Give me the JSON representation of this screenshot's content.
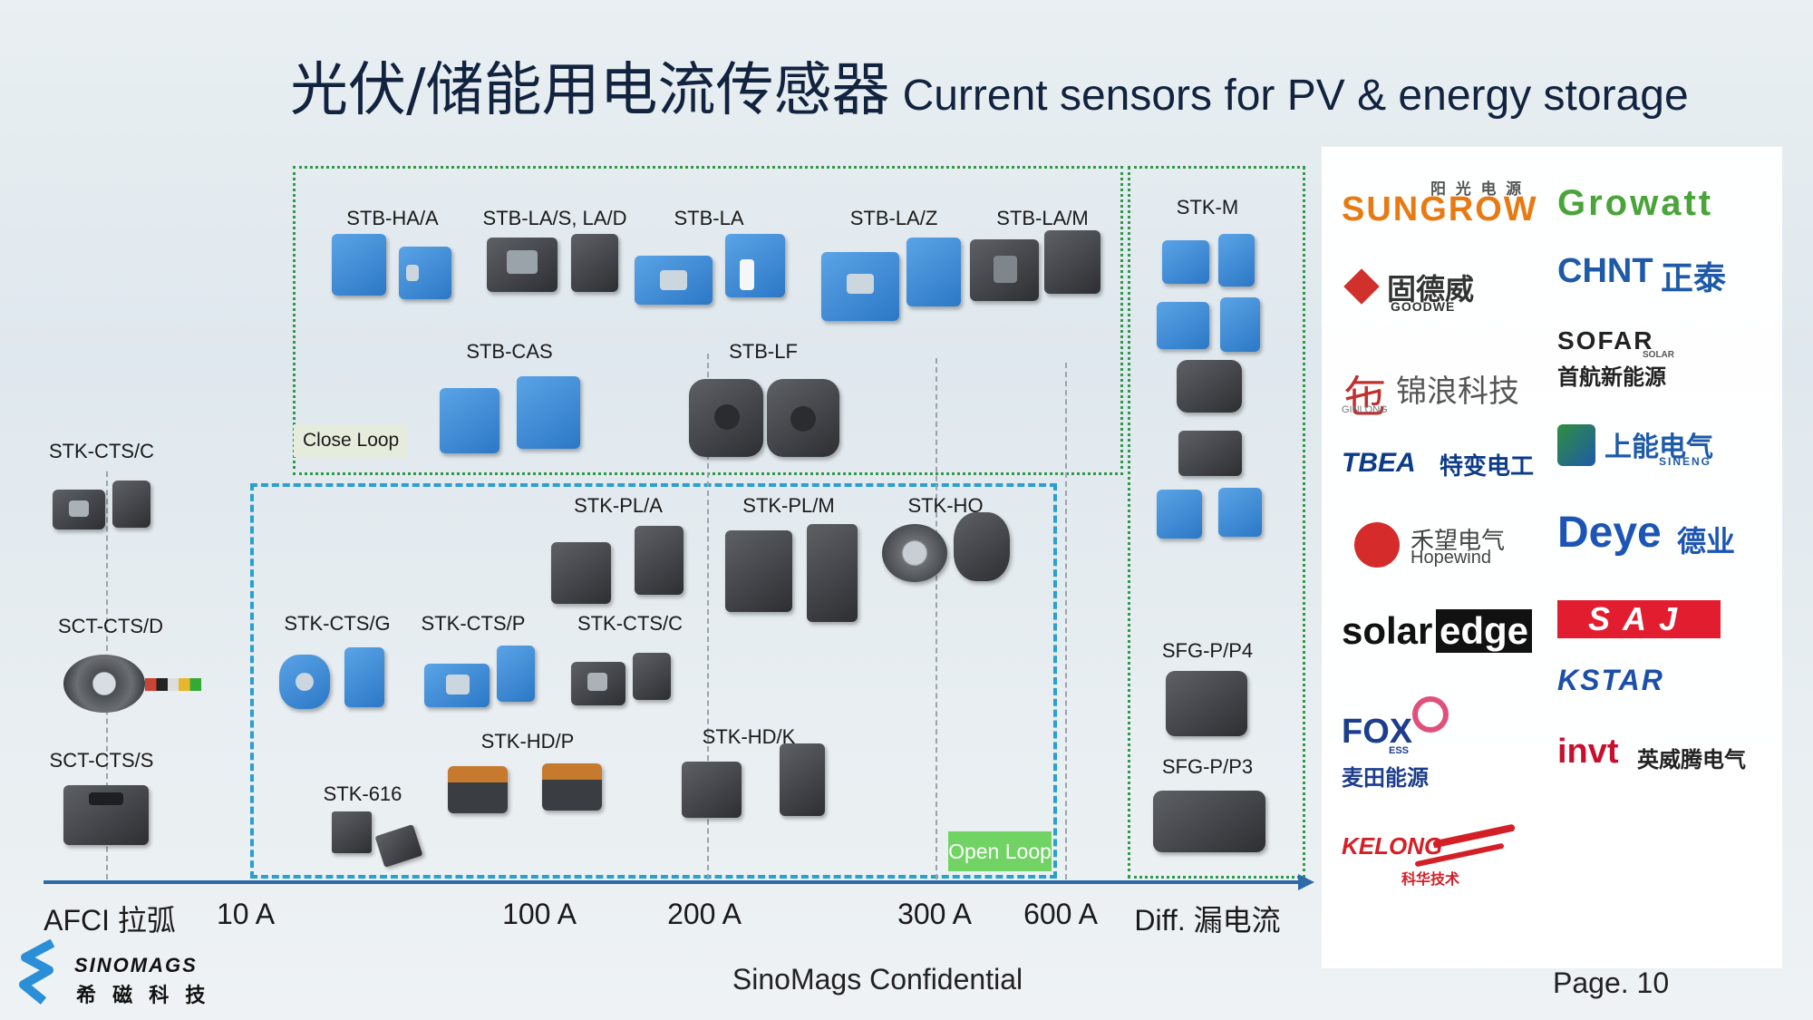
{
  "title": {
    "chinese": "光伏/储能用电流传感器",
    "english": "Current sensors for PV & energy storage"
  },
  "groups": {
    "close_loop": "Close Loop",
    "open_loop": "Open Loop"
  },
  "products": {
    "stb_ha_a": "STB-HA/A",
    "stb_la_s": "STB-LA/S, LA/D",
    "stb_la": "STB-LA",
    "stb_la_z": "STB-LA/Z",
    "stb_la_m": "STB-LA/M",
    "stb_cas": "STB-CAS",
    "stb_lf": "STB-LF",
    "stk_m": "STK-M",
    "stk_cts_c_left": "STK-CTS/C",
    "sct_cts_d": "SCT-CTS/D",
    "sct_cts_s": "SCT-CTS/S",
    "stk_pl_a": "STK-PL/A",
    "stk_pl_m": "STK-PL/M",
    "stk_ho": "STK-HO",
    "stk_cts_g": "STK-CTS/G",
    "stk_cts_p": "STK-CTS/P",
    "stk_cts_c": "STK-CTS/C",
    "stk_hd_p": "STK-HD/P",
    "stk_hd_k": "STK-HD/K",
    "stk_616": "STK-616",
    "sfg_p_p4": "SFG-P/P4",
    "sfg_p_p3": "SFG-P/P3"
  },
  "axis": {
    "afci": "AFCI 拉弧",
    "a10": "10 A",
    "a100": "100 A",
    "a200": "200 A",
    "a300": "300 A",
    "a600": "600 A",
    "diff": "Diff. 漏电流"
  },
  "logos": {
    "sungrow_cn": "阳 光 电 源",
    "sungrow": "SUNGROW",
    "growatt": "Growatt",
    "goodwe_cn": "固德威",
    "goodwe": "GOODWE",
    "chint": "CHNT",
    "chint_cn": "正泰",
    "sofar": "SOFAR",
    "sofar_sub": "SOLAR",
    "sofar_cn": "首航新能源",
    "ginlong_cn": "锦浪科技",
    "ginlong": "GINLONG",
    "sineng_cn": "上能电气",
    "sineng": "SINENG",
    "tbea": "TBEA",
    "tbea_cn": "特变电工",
    "hopewind_cn": "禾望电气",
    "hopewind": "Hopewind",
    "deye": "Deye",
    "deye_cn": "德业",
    "solaredge_a": "solar",
    "solaredge_b": "edge",
    "saj": "SAJ",
    "kstar": "KSTAR",
    "fox": "FOX",
    "fox_ess": "ESS",
    "fox_cn": "麦田能源",
    "invt": "invt",
    "invt_cn": "英威腾电气",
    "kelong": "KELONG",
    "kelong_cn": "科华技术"
  },
  "footer": {
    "brand": "SINOMAGS",
    "brand_cn": "希 磁 科 技",
    "confidential": "SinoMags Confidential",
    "page": "Page. 10"
  },
  "colors": {
    "axis": "#2f6aa8",
    "close_loop_border": "#2e9a48",
    "open_loop_border": "#2a9fd0",
    "product_blue": "#3a86d4",
    "product_dark": "#3d4045"
  }
}
